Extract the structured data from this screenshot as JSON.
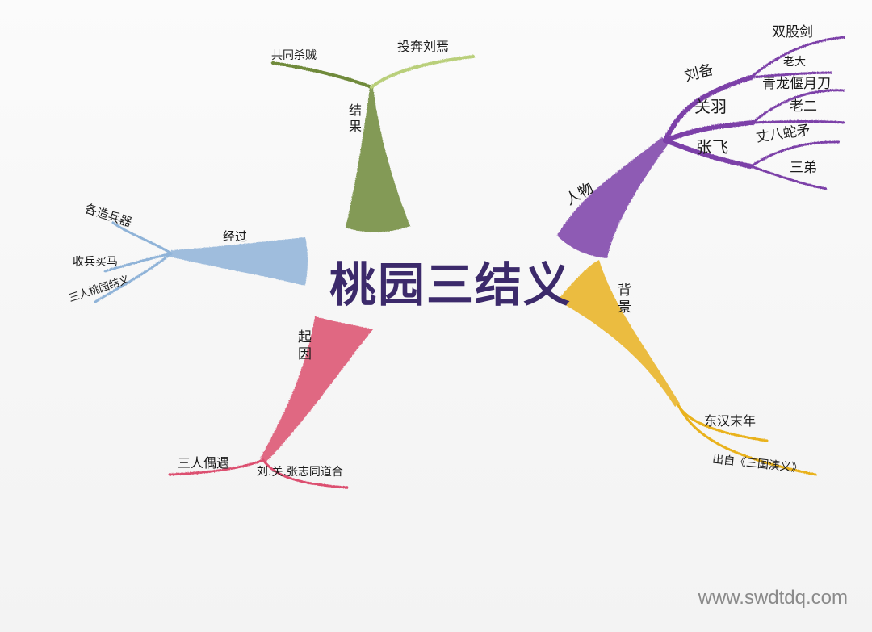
{
  "center": {
    "title": "桃园三结义"
  },
  "colors": {
    "result": "#6f8a3a",
    "character": "#7b3fa8",
    "background": "#e9b21e",
    "cause": "#dc4f6f",
    "process": "#8fb3d8"
  },
  "branches": {
    "result": {
      "title": "结果",
      "items": [
        "共同杀贼",
        "投奔刘焉"
      ]
    },
    "characters": {
      "title": "人物",
      "people": [
        {
          "name": "刘备",
          "details": [
            "双股剑",
            "老大"
          ]
        },
        {
          "name": "关羽",
          "details": [
            "青龙偃月刀",
            "老二"
          ]
        },
        {
          "name": "张飞",
          "details": [
            "丈八蛇矛",
            "三弟"
          ]
        }
      ]
    },
    "background": {
      "title": "背景",
      "items": [
        "东汉末年",
        "出自《三国演义》"
      ]
    },
    "cause": {
      "title": "起因",
      "items": [
        "三人偶遇",
        "刘.关.张志同道合"
      ]
    },
    "process": {
      "title": "经过",
      "items": [
        "各造兵器",
        "收兵买马",
        "三人桃园结义"
      ]
    }
  },
  "watermark": "www.swdtdq.com"
}
